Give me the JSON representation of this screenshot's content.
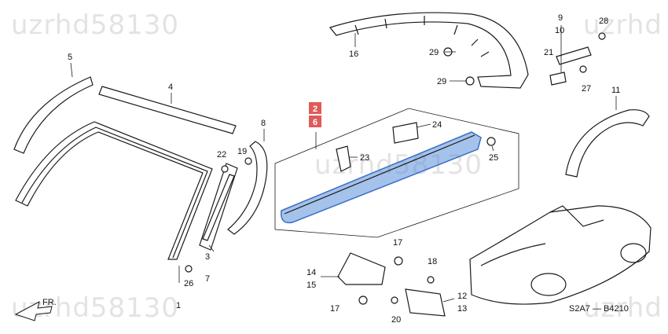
{
  "watermarks": [
    "uzrhd58130",
    "uzrhd",
    "uzrhd58130",
    "uzrhd58130",
    "uzrhd"
  ],
  "diagram_code": "S2A7 — B4210",
  "front_arrow_label": "FR.",
  "callouts": {
    "c1": "1",
    "c2": "2",
    "c3": "3",
    "c4": "4",
    "c5": "5",
    "c6": "6",
    "c7": "7",
    "c8": "8",
    "c9": "9",
    "c10": "10",
    "c11": "11",
    "c12": "12",
    "c13": "13",
    "c14": "14",
    "c15": "15",
    "c16": "16",
    "c17a": "17",
    "c17b": "17",
    "c18": "18",
    "c19": "19",
    "c20": "20",
    "c21": "21",
    "c22": "22",
    "c23": "23",
    "c24": "24",
    "c25": "25",
    "c26": "26",
    "c27": "27",
    "c28": "28",
    "c29a": "29",
    "c29b": "29"
  },
  "highlight_color": "#5b8fd9",
  "badge_color": "#e05a5a"
}
